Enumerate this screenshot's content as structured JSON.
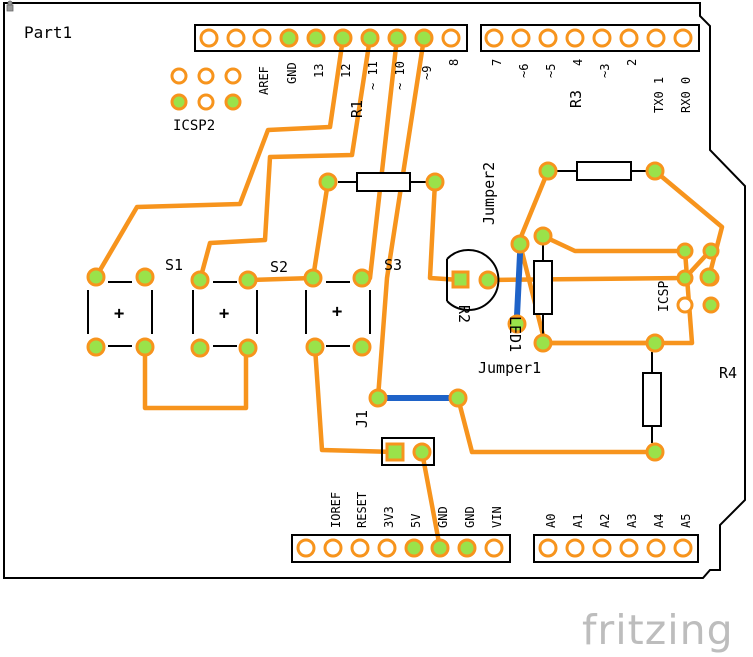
{
  "board": {
    "name": "Part1",
    "outline_color": "#000000",
    "trace_color": "#f7941d",
    "pad_fill": "#9ae24a",
    "pad_ring": "#f7941d",
    "jumper_color": "#1f63c8"
  },
  "top_header_digital_a": {
    "labels": [
      "AREF",
      "GND",
      "13",
      "12",
      "~ 11",
      "~ 10",
      "~9",
      "8"
    ]
  },
  "top_header_digital_b": {
    "labels": [
      "7",
      "~6",
      "~5",
      "4",
      "~3",
      "2",
      "TX0 1",
      "RX0 0"
    ]
  },
  "bottom_header_power": {
    "labels": [
      "IOREF",
      "RESET",
      "3V3",
      "5V",
      "GND",
      "GND",
      "VIN"
    ]
  },
  "bottom_header_analog": {
    "labels": [
      "A0",
      "A1",
      "A2",
      "A3",
      "A4",
      "A5"
    ]
  },
  "components": {
    "icsp2": "ICSP2",
    "icsp": "ICSP",
    "s1": "S1",
    "s2": "S2",
    "s3": "S3",
    "r1": "R1",
    "r2": "R2",
    "r3": "R3",
    "r4": "R4",
    "jumper1": "Jumper1",
    "jumper2": "Jumper2",
    "led1": "LED1",
    "j1": "J1",
    "button_symbol": "+"
  },
  "footer": {
    "logo": "fritzing"
  }
}
